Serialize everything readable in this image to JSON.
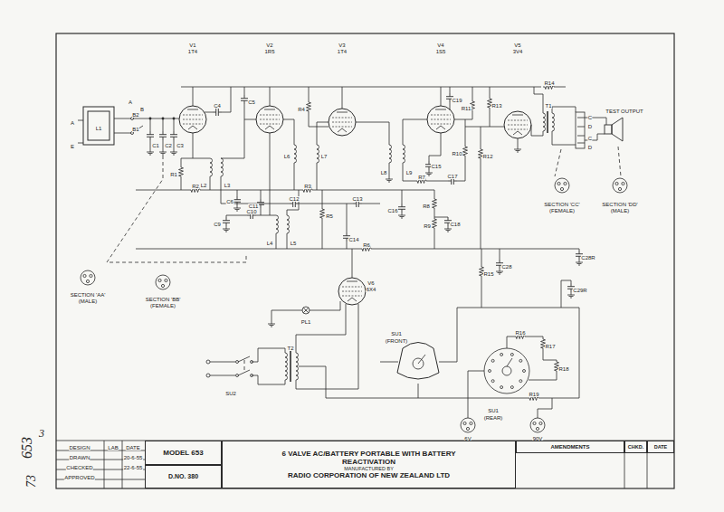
{
  "diagram": {
    "nodes": [
      {
        "text": [
          "6 VALVE AC/BATTERY PORTABLE WITH BATTERY REACTIVATION",
          "MANUFACTURED BY",
          "RADIO CORPORATION OF NEW ZEALAND LTD"
        ]
      },
      {
        "text": [
          "MODEL 653"
        ]
      },
      {
        "text": [
          "D.NO. 380"
        ]
      },
      {
        "text": [
          "AMENDMENTS"
        ]
      },
      {
        "text": [
          "CHKD."
        ]
      },
      {
        "text": [
          "DATE"
        ]
      }
    ],
    "labels": [
      "V1",
      "1T4",
      "V2",
      "1R5",
      "V3",
      "1T4",
      "V4",
      "1S5",
      "V5",
      "3V4",
      "V6",
      "6X4",
      "A",
      "E",
      "L1",
      "A",
      "B",
      "B2",
      "B1",
      "C1",
      "C2",
      "C3",
      "R1",
      "R2",
      "C4",
      "C5",
      "L2",
      "L3",
      "C6",
      "C9",
      "C10",
      "C11",
      "C12",
      "L4",
      "L5",
      "R3",
      "R4",
      "R5",
      "L6",
      "L7",
      "C13",
      "C14",
      "R6",
      "L8",
      "L9",
      "C15",
      "R7",
      "R8",
      "C16",
      "C17",
      "C18",
      "R9",
      "R10",
      "C19",
      "R11",
      "R12",
      "R13",
      "R14",
      "T1",
      "C28R",
      "C28",
      "R15",
      "C29R",
      "R16",
      "R17",
      "R18",
      "R19",
      "SU1",
      "(FRONT)",
      "SU1",
      "(REAR)",
      "6V",
      "90V",
      "PL1",
      "T2",
      "SU2",
      "SECTION 'AA'",
      "(MALE)",
      "SECTION 'BB'",
      "(FEMALE)",
      "SECTION 'CC'",
      "(FEMALE)",
      "SECTION 'DD'",
      "(MALE)",
      "C",
      "D",
      "C",
      "D",
      "TEST OUTPUT",
      "DESIGN",
      "LAB",
      "DATE",
      "DRAWN",
      "CHECKED",
      "APPROVED",
      "20-6-55",
      "22-6-55",
      "653",
      "3",
      "73"
    ]
  }
}
